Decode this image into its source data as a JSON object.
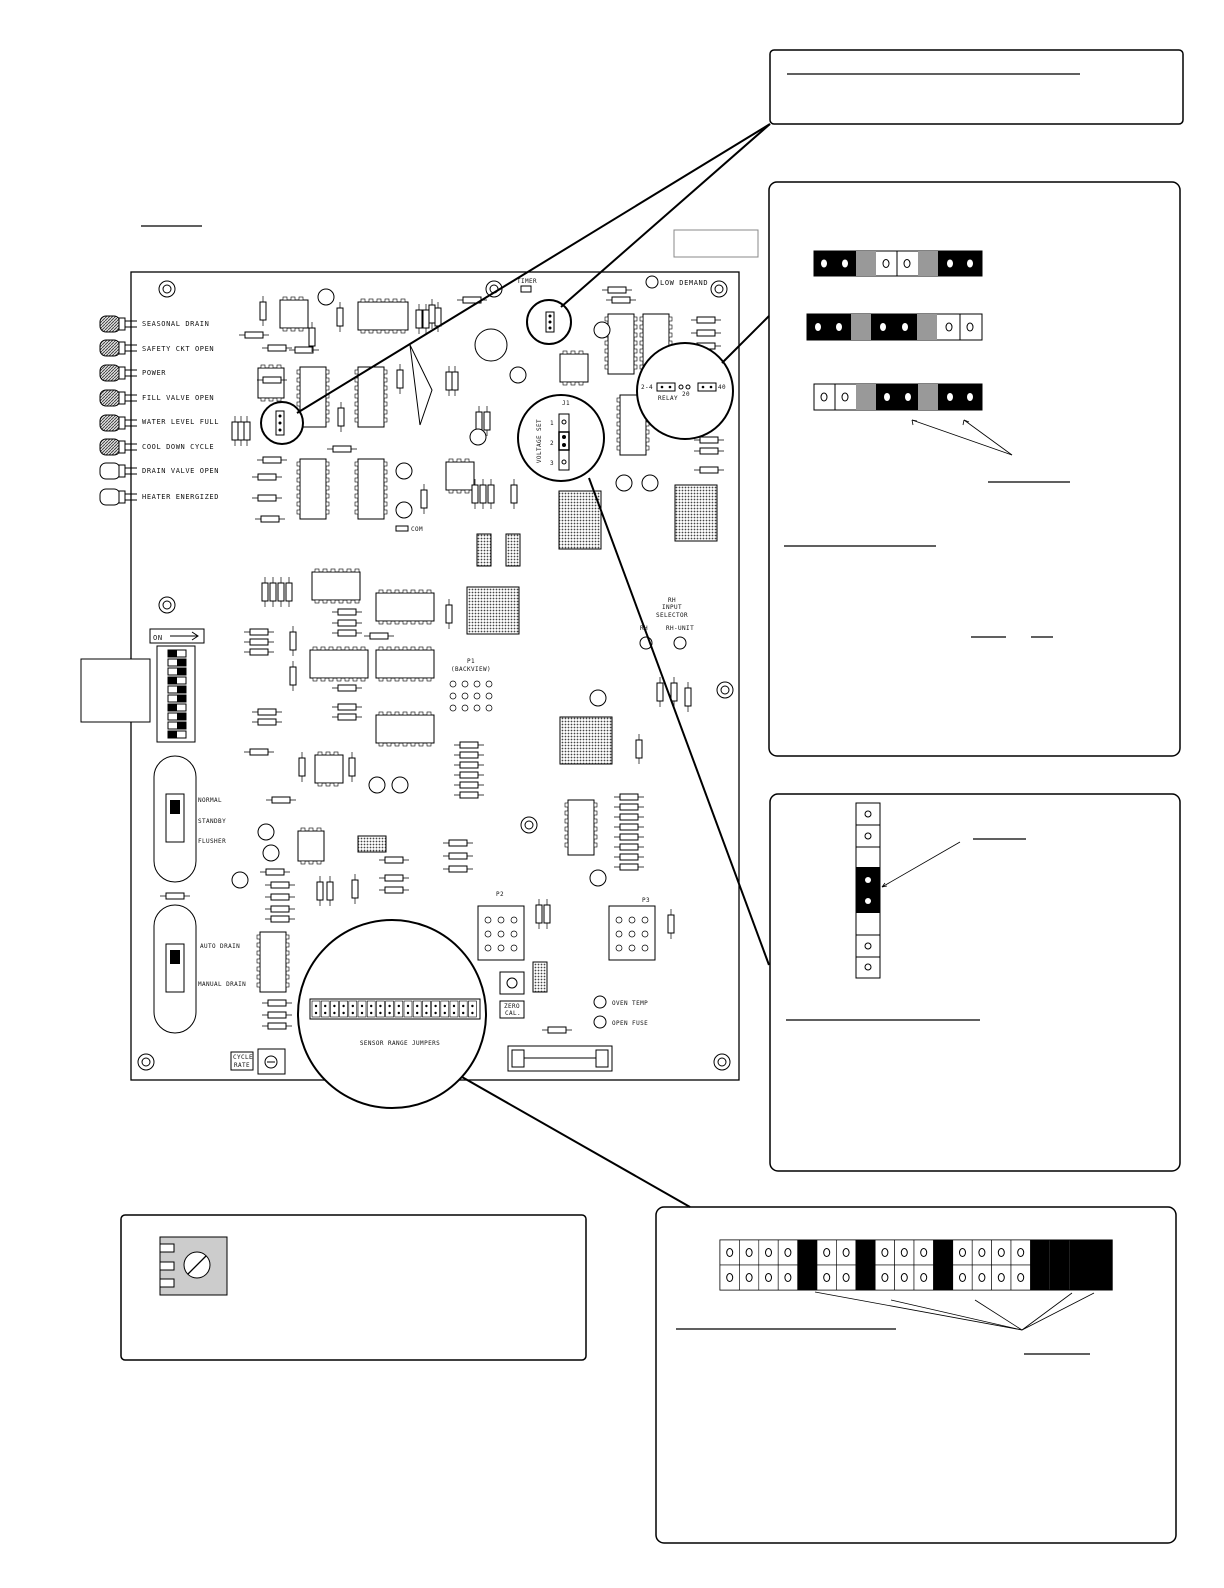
{
  "board": {
    "leds": [
      {
        "label": "SEASONAL DRAIN"
      },
      {
        "label": "SAFETY CKT OPEN"
      },
      {
        "label": "POWER"
      },
      {
        "label": "FILL VALVE OPEN"
      },
      {
        "label": "WATER LEVEL FULL"
      },
      {
        "label": "COOL DOWN CYCLE"
      },
      {
        "label": "DRAIN VALVE OPEN"
      },
      {
        "label": "HEATER ENERGIZED"
      }
    ],
    "dip_switch_on": "ON",
    "mode_switch_labels": [
      "NORMAL",
      "STANDBY",
      "FLUSHER"
    ],
    "drain_switch_labels": [
      "AUTO DRAIN",
      "MANUAL DRAIN"
    ],
    "low_demand": "LOW DEMAND",
    "timer": "TIMER",
    "com": "COM",
    "relay": "RELAY",
    "relay_left": "2-4",
    "relay_right": "40",
    "relay_mid": "20",
    "voltage_set": "VOLTAGE SET",
    "j1": "J1",
    "volt_positions": [
      "1",
      "2",
      "3"
    ],
    "rh_input": [
      "RH",
      "INPUT",
      "SELECTOR"
    ],
    "rh_options": [
      "RH",
      "RH-UNIT"
    ],
    "p1": [
      "P1",
      "(BACKVIEW)"
    ],
    "p2": "P2",
    "p3": "P3",
    "sensor_range": "SENSOR RANGE JUMPERS",
    "oven_temp": "OVEN TEMP",
    "open_fuse": "OPEN FUSE",
    "cycle_rate": [
      "CYCLE",
      "RATE"
    ],
    "zero_cal": [
      "ZERO",
      "CAL."
    ]
  },
  "colors": {
    "line": "#000000",
    "jumper_fill": "#000000",
    "gap_fill": "#999999",
    "chip_dot": "#555555"
  }
}
